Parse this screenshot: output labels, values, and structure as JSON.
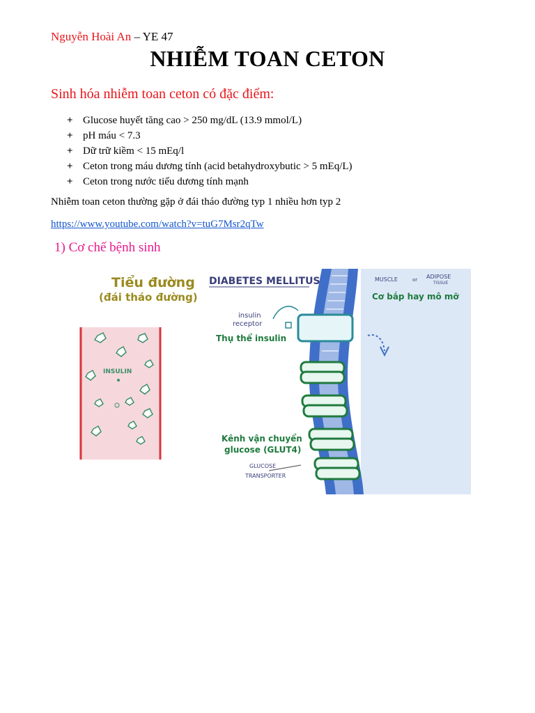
{
  "header": {
    "author_name": "Nguyễn Hoài An",
    "author_rest": " – YE 47",
    "title": "NHIỄM TOAN CETON"
  },
  "intro": {
    "heading": "Sinh hóa nhiễm toan ceton có đặc điểm:",
    "bullet_mark": "+",
    "bullets": [
      "Glucose huyết tăng cao > 250 mg/dL (13.9 mmol/L)",
      "pH máu < 7.3",
      "Dữ trữ kiềm < 15 mEq/l",
      "Ceton trong máu dương tính (acid betahydroxybutic > 5 mEq/L)",
      "Ceton trong nước tiểu dương tính mạnh"
    ],
    "note": "Nhiễm toan ceton thường gặp ở đái tháo đường typ 1 nhiều hơn typ 2",
    "link": "https://www.youtube.com/watch?v=tuG7Msr2qTw"
  },
  "section1": {
    "heading": "1) Cơ chế bệnh sinh"
  },
  "figure": {
    "vessel_title_line1": "Tiểu đường",
    "vessel_title_line2": "(đái tháo đường)",
    "vessel_label": "INSULIN",
    "diagram_title": "DIABETES MELLITUS",
    "tissue_label_en_a": "MUSCLE",
    "tissue_label_en_or": "or",
    "tissue_label_en_b": "ADIPOSE",
    "tissue_label_en_c": "TISSUE",
    "tissue_label_vi": "Cơ bắp hay mô mỡ",
    "receptor_en_1": "insulin",
    "receptor_en_2": "receptor",
    "receptor_vi": "Thụ thể insulin",
    "glut_vi_1": "Kênh vận chuyển",
    "glut_vi_2": "glucose (GLUT4)",
    "glut_en_1": "GLUCOSE",
    "glut_en_2": "TRANSPORTER",
    "colors": {
      "accent_red": "#e8141b",
      "section_pink": "#e8198c",
      "link_blue": "#1155cc",
      "olive_title": "#9a8a1e",
      "green_label": "#1f7a3e",
      "membrane_blue": "#3f6fc8",
      "tissue_bg": "#dde8f6",
      "vessel_fill": "#f6d8dc"
    }
  }
}
